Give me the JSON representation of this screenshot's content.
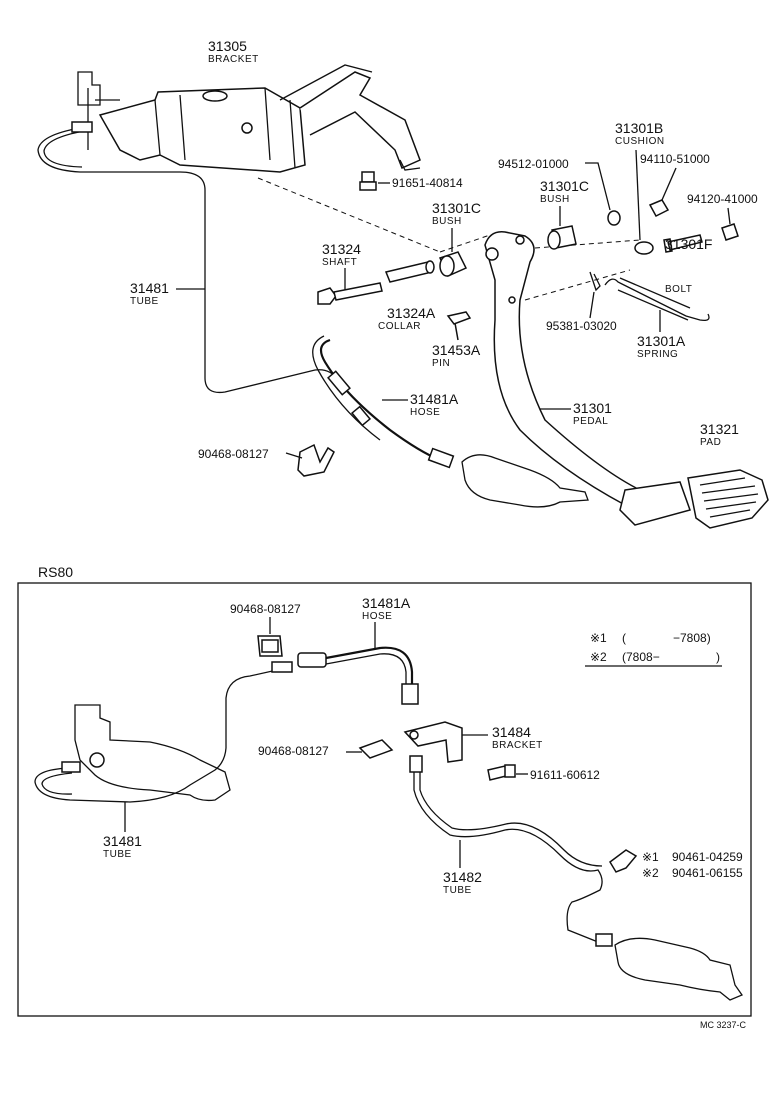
{
  "labels": {
    "bracket_top_pn": "31305",
    "bracket_top_nm": "BRACKET",
    "bolt_91651": "91651-40814",
    "bush_31301c_pn": "31301C",
    "bush_31301c_nm": "BUSH",
    "bush_31301c_b_pn": "31301C",
    "bush_31301c_b_nm": "BUSH",
    "nut_94512": "94512-01000",
    "cushion_pn": "31301B",
    "cushion_nm": "CUSHION",
    "nut_94110": "94110-51000",
    "nut_94120": "94120-41000",
    "shaft_pn": "31324",
    "shaft_nm": "SHAFT",
    "collar_pn": "31324A",
    "collar_nm": "COLLAR",
    "pin_pn": "31453A",
    "pin_nm": "PIN",
    "clip_95381": "95381-03020",
    "bolt_31301f_pn": "31301F",
    "bolt_31301f_nm": "BOLT",
    "spring_pn": "31301A",
    "spring_nm": "SPRING",
    "tube_top_pn": "31481",
    "tube_top_nm": "TUBE",
    "hose_top_pn": "31481A",
    "hose_top_nm": "HOSE",
    "pedal_pn": "31301",
    "pedal_nm": "PEDAL",
    "pad_pn": "31321",
    "pad_nm": "PAD",
    "clip_top": "90468-08127"
  },
  "rs80": {
    "title": "RS80",
    "clip_a": "90468-08127",
    "hose_pn": "31481A",
    "hose_nm": "HOSE",
    "note1_mark": "※1",
    "note1_paren": "(",
    "note1_range": "−7808)",
    "note2_mark": "※2",
    "note2_range": "(7808−",
    "note2_close": ")",
    "bracket_pn": "31484",
    "bracket_nm": "BRACKET",
    "clip_b": "90468-08127",
    "bolt": "91611-60612",
    "tube_left_pn": "31481",
    "tube_left_nm": "TUBE",
    "tube_right_pn": "31482",
    "tube_right_nm": "TUBE",
    "clamp1_mark": "※1",
    "clamp1_pn": "90461-04259",
    "clamp2_mark": "※2",
    "clamp2_pn": "90461-06155"
  },
  "footer_code": "MC 3237-C"
}
